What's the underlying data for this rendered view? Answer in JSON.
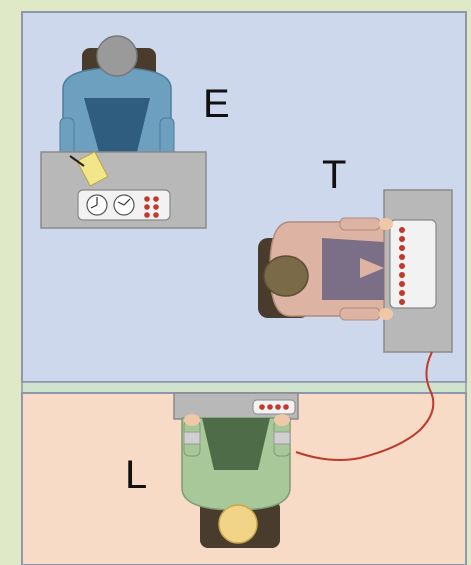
{
  "roles": {
    "experimenter": "E",
    "teacher": "T",
    "learner": "L"
  },
  "colors": {
    "page_background": "#dfe9c8",
    "upper_room": "#ced8ec",
    "lower_room": "#f7dbc6",
    "partition": "#cfe3cf",
    "room_border": "#8e98aa",
    "desk": "#b8b8b8",
    "shock_generator_panel": "#f2f2f2",
    "indicator_lights": "#c0392b",
    "wire": "#c0392b",
    "experimenter_shirt": "#6d9fbf",
    "teacher_shirt": "#ddb3a3",
    "learner_shirt": "#a8c89a",
    "hair_gray": "#9a9a9a",
    "hair_brown": "#7a6a48",
    "hair_blond": "#f1d488",
    "chair": "#5a4a36"
  },
  "icons": {
    "notepad": "notepad-icon",
    "clock": "dial-icon",
    "lights": "indicator-lights-icon"
  }
}
